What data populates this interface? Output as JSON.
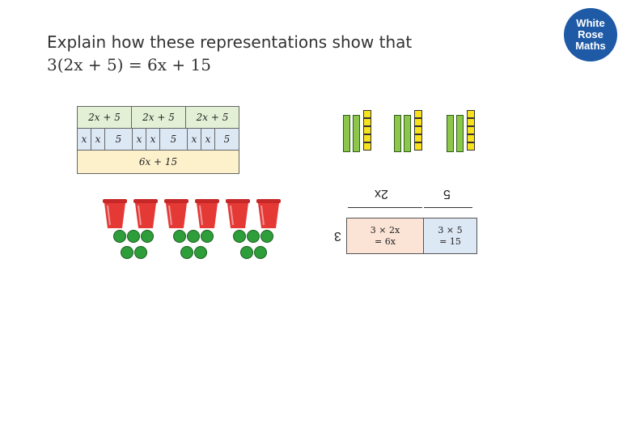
{
  "title": {
    "line1": "Explain how these representations show that",
    "line2": "3(2x + 5) = 6x + 15"
  },
  "logo": {
    "line1": "White",
    "line2": "Rose",
    "line3": "Maths"
  },
  "bar_model": {
    "top": [
      "2x + 5",
      "2x + 5",
      "2x + 5"
    ],
    "middle": [
      "x",
      "x",
      "5",
      "x",
      "x",
      "5",
      "x",
      "x",
      "5"
    ],
    "bottom": "6x + 15"
  },
  "cups": {
    "count": 6,
    "counters_per_group": 5,
    "groups": 3
  },
  "tiles": {
    "groups": 3,
    "rods_per_group": 2,
    "units_per_group": 5
  },
  "area_model": {
    "side": "3",
    "top_left": "2x",
    "top_right": "5",
    "cell1_line1": "3 × 2x",
    "cell1_line2": "= 6x",
    "cell2_line1": "3 × 5",
    "cell2_line2": "= 15"
  }
}
